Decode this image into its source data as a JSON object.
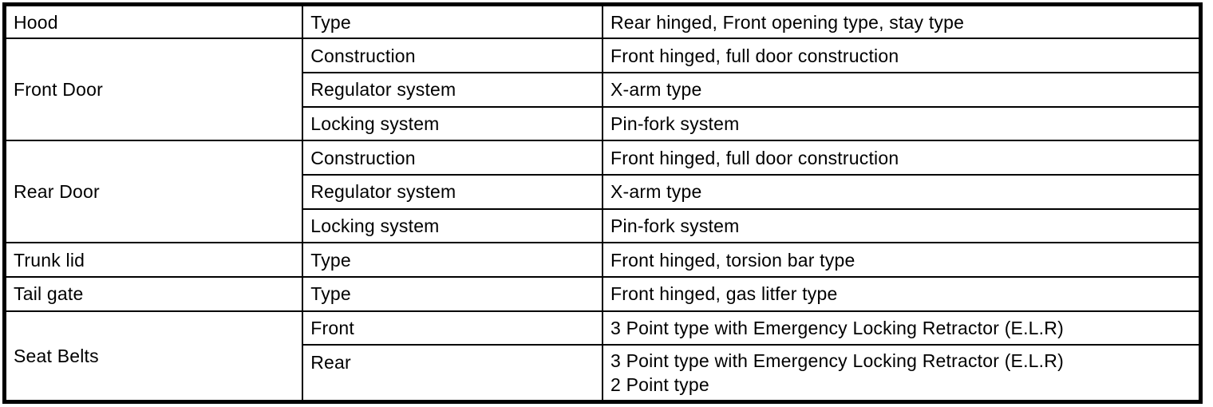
{
  "colors": {
    "background": "#ffffff",
    "border": "#000000",
    "text": "#000000"
  },
  "spec_table": {
    "sections": [
      {
        "component": "Hood",
        "rows": [
          {
            "attribute": "Type",
            "value": "Rear hinged, Front opening type, stay type"
          }
        ]
      },
      {
        "component": "Front Door",
        "rows": [
          {
            "attribute": "Construction",
            "value": "Front hinged, full door construction"
          },
          {
            "attribute": "Regulator system",
            "value": "X-arm type"
          },
          {
            "attribute": "Locking system",
            "value": "Pin-fork system"
          }
        ]
      },
      {
        "component": "Rear Door",
        "rows": [
          {
            "attribute": "Construction",
            "value": "Front hinged, full door construction"
          },
          {
            "attribute": "Regulator system",
            "value": "X-arm type"
          },
          {
            "attribute": "Locking system",
            "value": "Pin-fork system"
          }
        ]
      },
      {
        "component": "Trunk lid",
        "rows": [
          {
            "attribute": "Type",
            "value": "Front hinged, torsion bar type"
          }
        ]
      },
      {
        "component": "Tail gate",
        "rows": [
          {
            "attribute": "Type",
            "value": "Front hinged, gas litfer type"
          }
        ]
      },
      {
        "component": "Seat Belts",
        "rows": [
          {
            "attribute": "Front",
            "value": "3 Point type with Emergency Locking Retractor (E.L.R)"
          },
          {
            "attribute": "Rear",
            "value": "3 Point type with Emergency Locking Retractor (E.L.R)\n2 Point type"
          }
        ]
      }
    ]
  }
}
